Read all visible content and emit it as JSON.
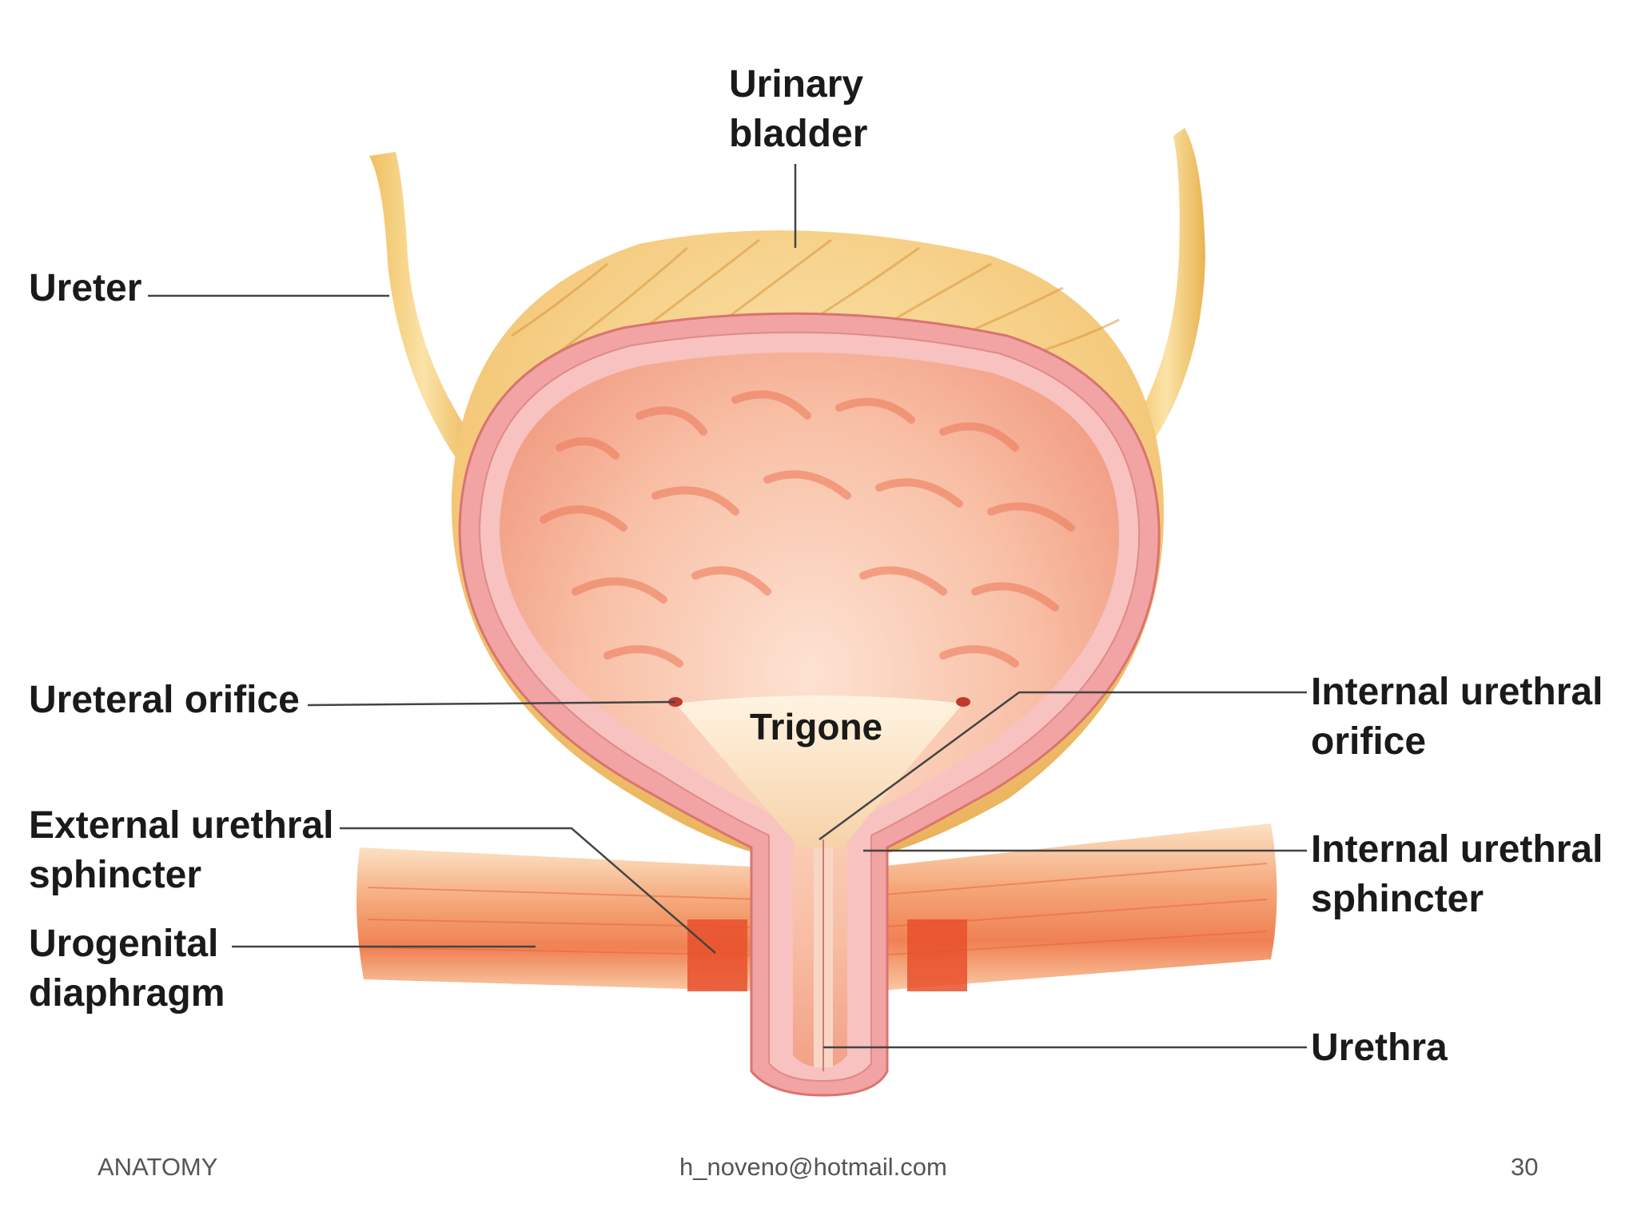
{
  "labels": {
    "urinary_bladder": [
      "Urinary",
      "bladder"
    ],
    "ureter": [
      "Ureter"
    ],
    "ureteral_orifice": [
      "Ureteral orifice"
    ],
    "trigone": [
      "Trigone"
    ],
    "internal_urethral_orifice": [
      "Internal urethral",
      "orifice"
    ],
    "external_urethral_sphincter": [
      "External urethral",
      "sphincter"
    ],
    "internal_urethral_sphincter": [
      "Internal urethral",
      "sphincter"
    ],
    "urogenital_diaphragm": [
      "Urogenital",
      "diaphragm"
    ],
    "urethra": [
      "Urethra"
    ]
  },
  "footer": {
    "left": "ANATOMY",
    "center": "h_noveno@hotmail.com",
    "page_number": "30"
  },
  "colors": {
    "muscle_outer": "#f3c873",
    "bladder_wall": "#f2a6a6",
    "mucosa": "#f6b49a",
    "diaphragm_muscle": "#ef8a5a",
    "leader_line": "#444444"
  }
}
